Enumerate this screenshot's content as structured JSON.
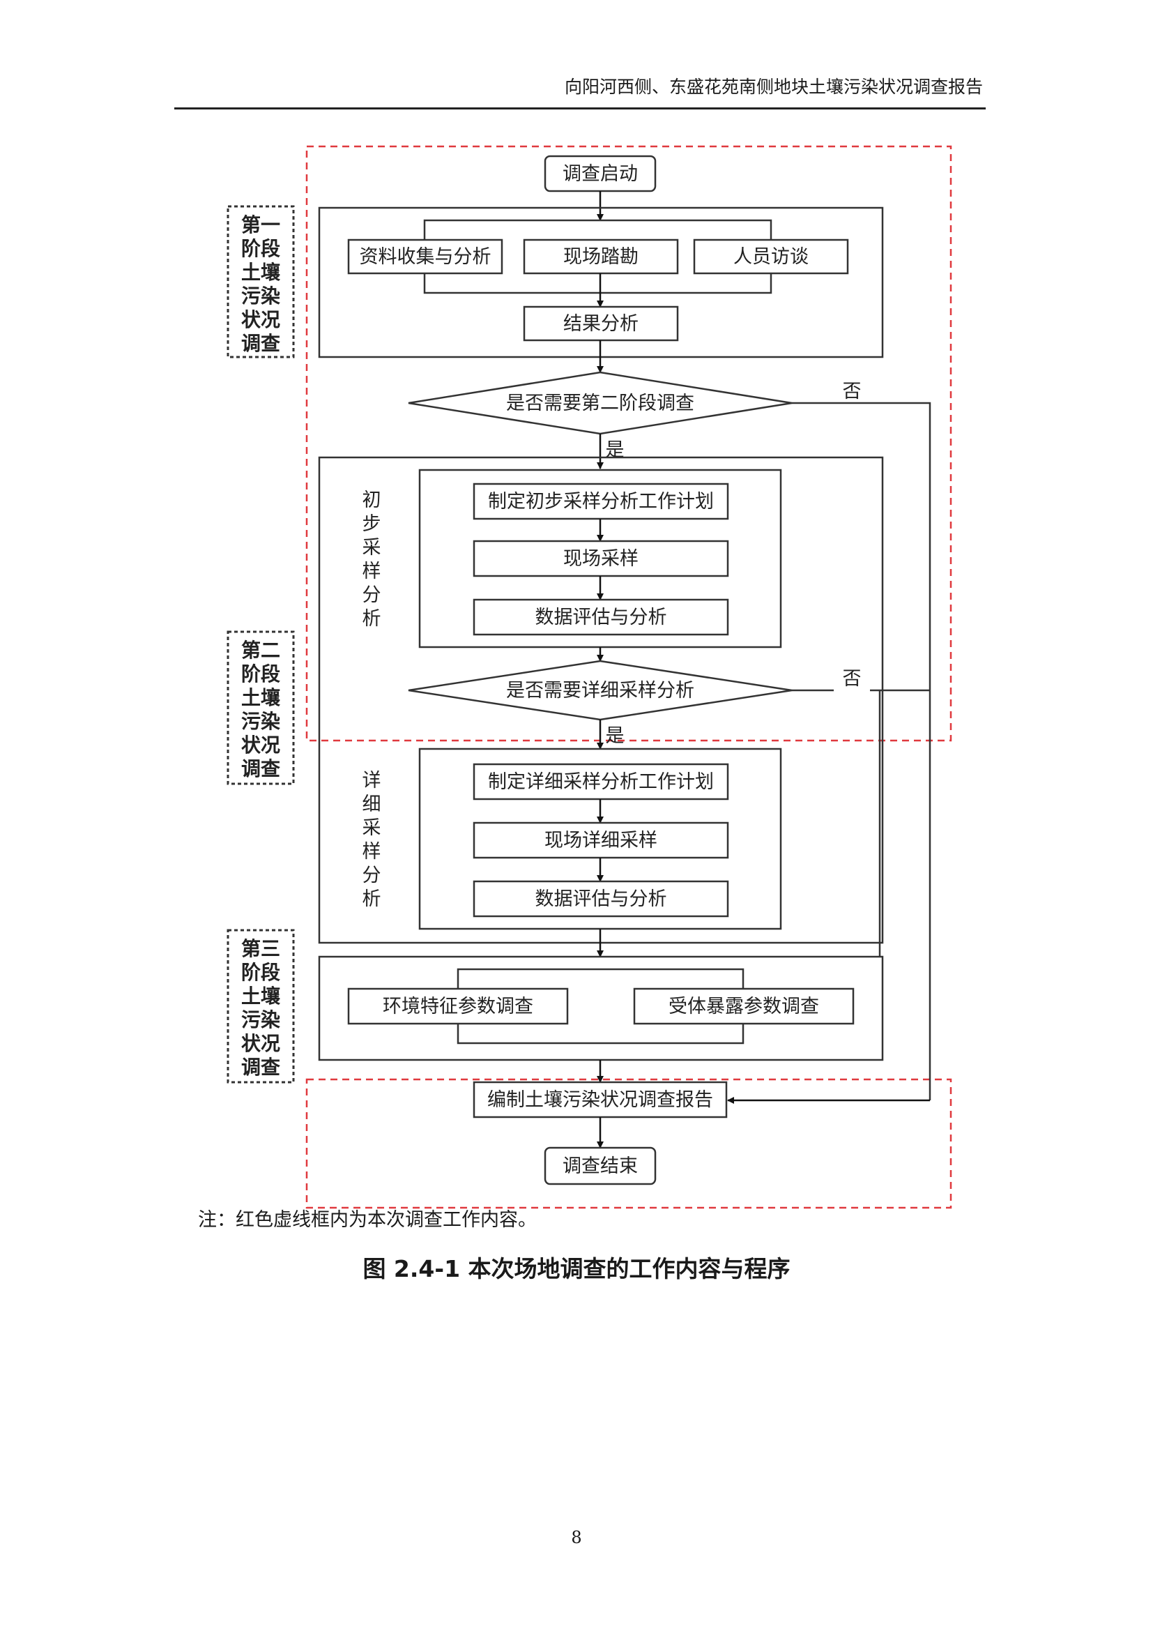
{
  "header": {
    "title": "向阳河西侧、东盛花苑南侧地块土壤污染状况调查报告"
  },
  "flowchart": {
    "start": "调查启动",
    "stage1_tasks": [
      "资料收集与分析",
      "现场踏勘",
      "人员访谈"
    ],
    "stage1_result": "结果分析",
    "decision1": "是否需要第二阶段调查",
    "yes_label": "是",
    "no_label": "否",
    "initial_sampling_label": [
      "初",
      "步",
      "采",
      "样",
      "分",
      "析"
    ],
    "initial_sampling_steps": [
      "制定初步采样分析工作计划",
      "现场采样",
      "数据评估与分析"
    ],
    "decision2": "是否需要详细采样分析",
    "detailed_sampling_label": [
      "详",
      "细",
      "采",
      "样",
      "分",
      "析"
    ],
    "detailed_sampling_steps": [
      "制定详细采样分析工作计划",
      "现场详细采样",
      "数据评估与分析"
    ],
    "stage3_tasks": [
      "环境特征参数调查",
      "受体暴露参数调查"
    ],
    "report": "编制土壤污染状况调查报告",
    "end": "调查结束",
    "phases": [
      {
        "lines": [
          "第一",
          "阶段",
          "土壤",
          "污染",
          "状况",
          "调查"
        ]
      },
      {
        "lines": [
          "第二",
          "阶段",
          "土壤",
          "污染",
          "状况",
          "调查"
        ]
      },
      {
        "lines": [
          "第三",
          "阶段",
          "土壤",
          "污染",
          "状况",
          "调查"
        ]
      }
    ],
    "colors": {
      "red_dashed": "#e0393e",
      "line": "#333333"
    }
  },
  "note": "注：红色虚线框内为本次调查工作内容。",
  "caption": "图 2.4-1   本次场地调查的工作内容与程序",
  "page_number": "8"
}
